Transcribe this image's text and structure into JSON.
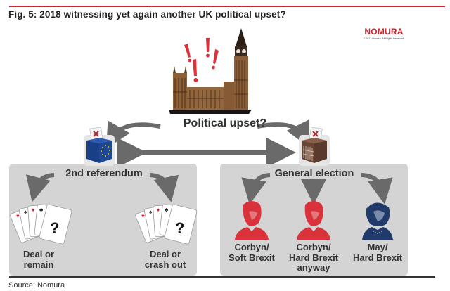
{
  "figure": {
    "title": "Fig. 5: 2018 witnessing yet again another UK political upset?",
    "source": "Source: Nomura"
  },
  "logo": {
    "wordmark": "NOMURA",
    "copyright": "© 2017 Nomura. All Rights Reserved."
  },
  "center": {
    "label": "Political upset?",
    "icon": "houses-of-parliament-icon",
    "alert_icon": "exclamation-marks-icon"
  },
  "branches": {
    "left": {
      "icon": "eu-ballot-box-icon",
      "title": "2nd referendum",
      "outcomes": [
        {
          "line1": "Deal or",
          "line2": "remain",
          "icon": "playing-cards-question-icon"
        },
        {
          "line1": "Deal or",
          "line2": "crash out",
          "icon": "playing-cards-question-icon"
        }
      ]
    },
    "right": {
      "icon": "uk-ballot-box-icon",
      "title": "General election",
      "outcomes": [
        {
          "line1": "Corbyn/",
          "line2": "Soft Brexit",
          "line3": "",
          "icon": "corbyn-portrait-icon"
        },
        {
          "line1": "Corbyn/",
          "line2": "Hard Brexit",
          "line3": "anyway",
          "icon": "corbyn-portrait-icon"
        },
        {
          "line1": "May/",
          "line2": "Hard Brexit",
          "line3": "",
          "icon": "may-portrait-icon"
        }
      ]
    }
  },
  "colors": {
    "brand_red": "#d0202b",
    "labour_red": "#d9323b",
    "tory_blue": "#1f3a6b",
    "eu_blue": "#1e4796",
    "eu_star": "#f2d21e",
    "ballot_brown": "#6a4534",
    "arrow_gray": "#6a6a6a",
    "panel_gray": "#d4d4d4"
  },
  "punct": {
    "question": "?",
    "exclaim": "!"
  }
}
